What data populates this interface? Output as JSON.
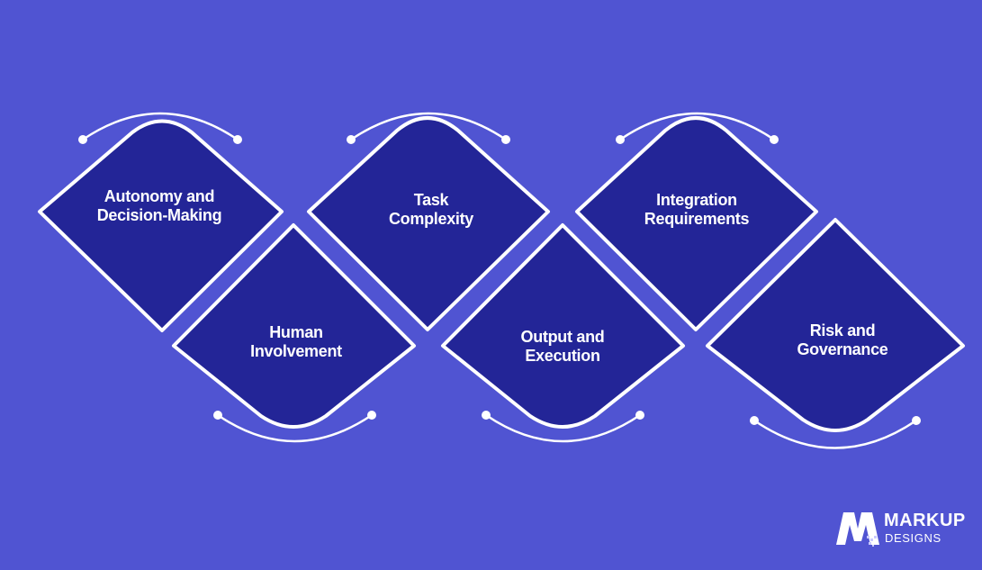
{
  "items": [
    {
      "line1": "Autonomy and",
      "line2": "Decision-Making"
    },
    {
      "line1": "Human",
      "line2": "Involvement"
    },
    {
      "line1": "Task",
      "line2": "Complexity"
    },
    {
      "line1": "Output and",
      "line2": "Execution"
    },
    {
      "line1": "Integration",
      "line2": "Requirements"
    },
    {
      "line1": "Risk and",
      "line2": "Governance"
    }
  ],
  "logo": {
    "name": "MARKUP",
    "sub": "DESIGNS"
  },
  "colors": {
    "background": "#5054d2",
    "shape_fill": "#232597",
    "stroke": "#ffffff"
  }
}
